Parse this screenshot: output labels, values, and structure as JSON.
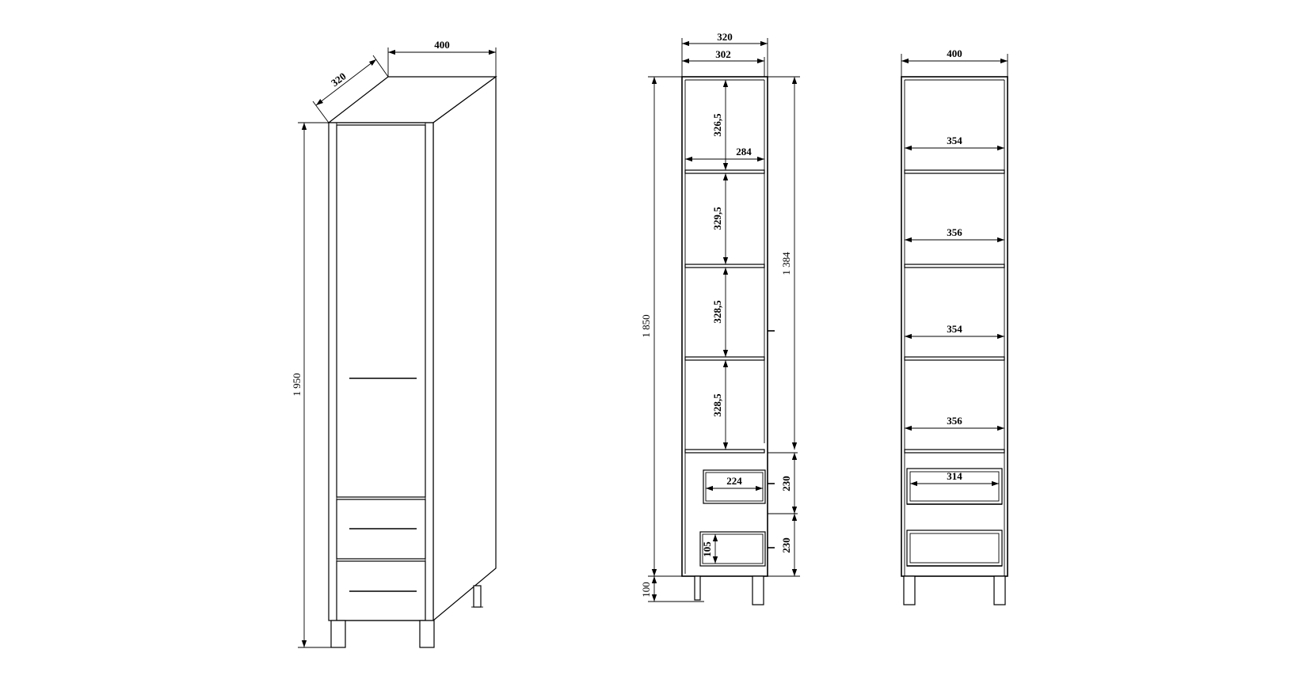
{
  "dimensions": {
    "iso_width": "400",
    "iso_depth": "320",
    "iso_height": "1 950",
    "side_depth_outer": "320",
    "side_depth_inner": "302",
    "side_total_height": "1 850",
    "side_upper_height": "1 384",
    "side_leg_height": "100",
    "side_shelf_gap_1": "326,5",
    "side_shelf_gap_2": "329,5",
    "side_shelf_gap_3": "328,5",
    "side_shelf_gap_4": "328,5",
    "side_shelf_depth": "284",
    "side_drawer_1_height": "230",
    "side_drawer_2_height": "230",
    "side_drawer_depth": "224",
    "side_drawer_inner_height": "105",
    "front_width": "400",
    "front_shelf_1": "354",
    "front_shelf_2": "356",
    "front_shelf_3": "354",
    "front_shelf_4": "356",
    "front_drawer_width": "314"
  }
}
